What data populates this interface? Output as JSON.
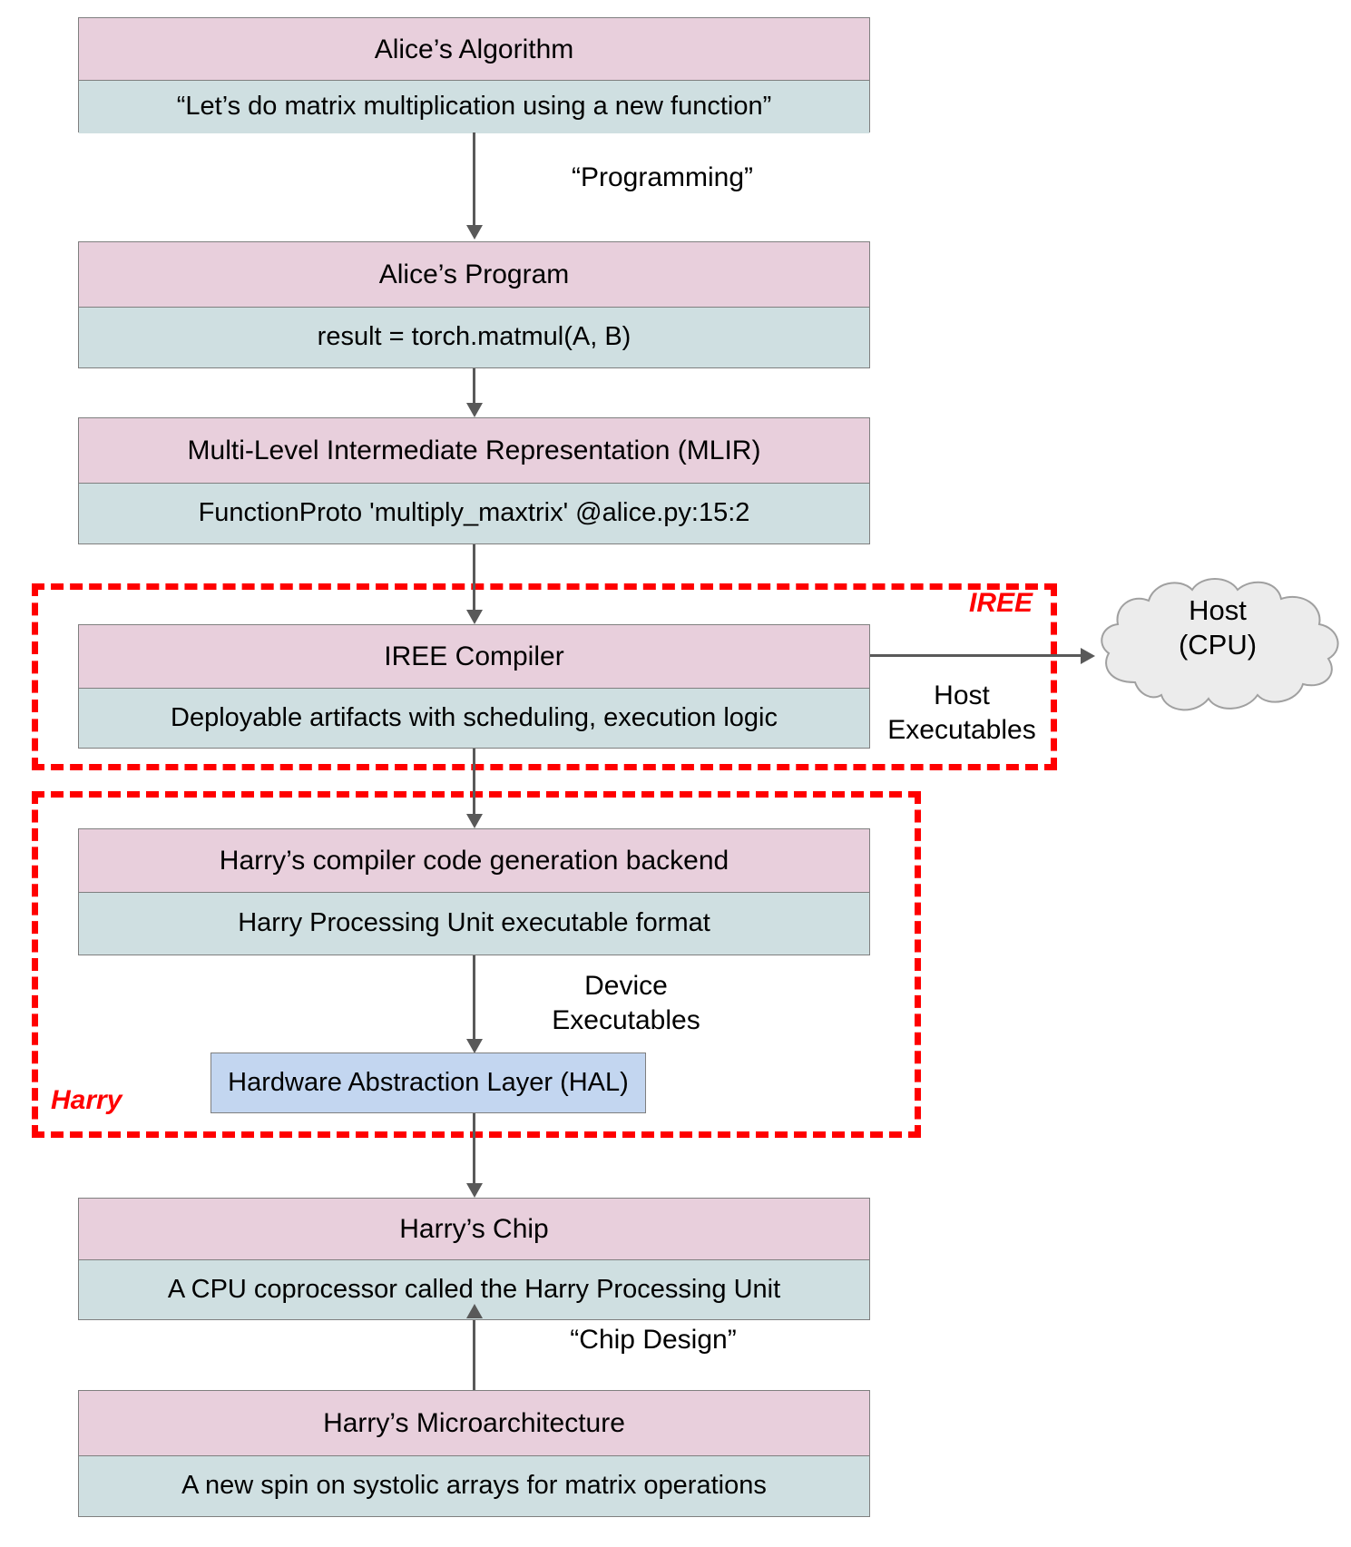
{
  "diagram": {
    "nodes": [
      {
        "id": "algorithm",
        "title": "Alice’s Algorithm",
        "body": "“Let’s do matrix multiplication using a new function”"
      },
      {
        "id": "program",
        "title": "Alice’s Program",
        "body": "result = torch.matmul(A, B)"
      },
      {
        "id": "mlir",
        "title": "Multi-Level Intermediate Representation (MLIR)",
        "body": "FunctionProto 'multiply_maxtrix' @alice.py:15:2"
      },
      {
        "id": "iree",
        "title": "IREE Compiler",
        "body": "Deployable artifacts with scheduling, execution logic"
      },
      {
        "id": "backend",
        "title": "Harry’s compiler code generation backend",
        "body": "Harry Processing Unit executable format"
      },
      {
        "id": "chip",
        "title": "Harry’s Chip",
        "body": "A CPU coprocessor called the Harry Processing Unit"
      },
      {
        "id": "uarch",
        "title": "Harry’s Microarchitecture",
        "body": "A new spin on systolic arrays for matrix operations"
      }
    ],
    "hal": {
      "label": "Hardware Abstraction Layer (HAL)"
    },
    "cloud": {
      "label": "Host\n(CPU)"
    },
    "edge_labels": {
      "programming": "“Programming”",
      "host_executables": "Host\nExecutables",
      "device_executables": "Device\nExecutables",
      "chip_design": "“Chip Design”"
    },
    "groups": [
      {
        "id": "iree-group",
        "label": "IREE"
      },
      {
        "id": "harry-group",
        "label": "Harry"
      }
    ],
    "colors": {
      "header_fill": "#e8cfdc",
      "body_fill": "#cfdfe1",
      "hal_fill": "#c3d6f0",
      "group_stroke": "#ff0000",
      "connector": "#595959",
      "node_stroke": "#7f7f7f",
      "cloud_fill": "#ececec"
    }
  }
}
